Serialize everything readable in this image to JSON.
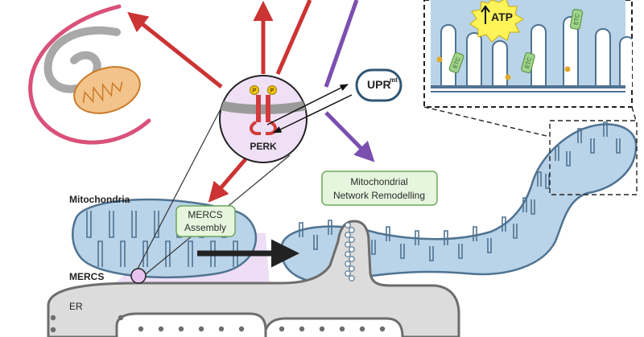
{
  "labels": {
    "mitochondria": "Mitochondria",
    "mercs": "MERCS",
    "er": "ER",
    "perk": "PERK",
    "upr_main": "UPR",
    "upr_sup": "mt",
    "atp": "ATP",
    "etc": "ETC",
    "mercs_assembly_line1": "MERCS",
    "mercs_assembly_line2": "Assembly",
    "remodel_line1": "Mitochondrial",
    "remodel_line2": "Network Remodelling",
    "p": "P"
  },
  "colors": {
    "red_arrow": "#cc3333",
    "purple_arrow": "#7b4fb0",
    "black_arrow": "#222222",
    "mito_fill": "#b9d3e8",
    "mito_stroke": "#4f7391",
    "er_fill": "#dcdcdc",
    "er_stroke": "#6d6d6d",
    "pink_arc": "#d9517a",
    "orange_mito": "#f2c38a",
    "green_box": "#e6f5dd",
    "green_box_stroke": "#6da85c",
    "upr_stroke": "#2f5572",
    "atp_burst": "#fff35a",
    "mercs_highlight": "#e9d6f2"
  }
}
